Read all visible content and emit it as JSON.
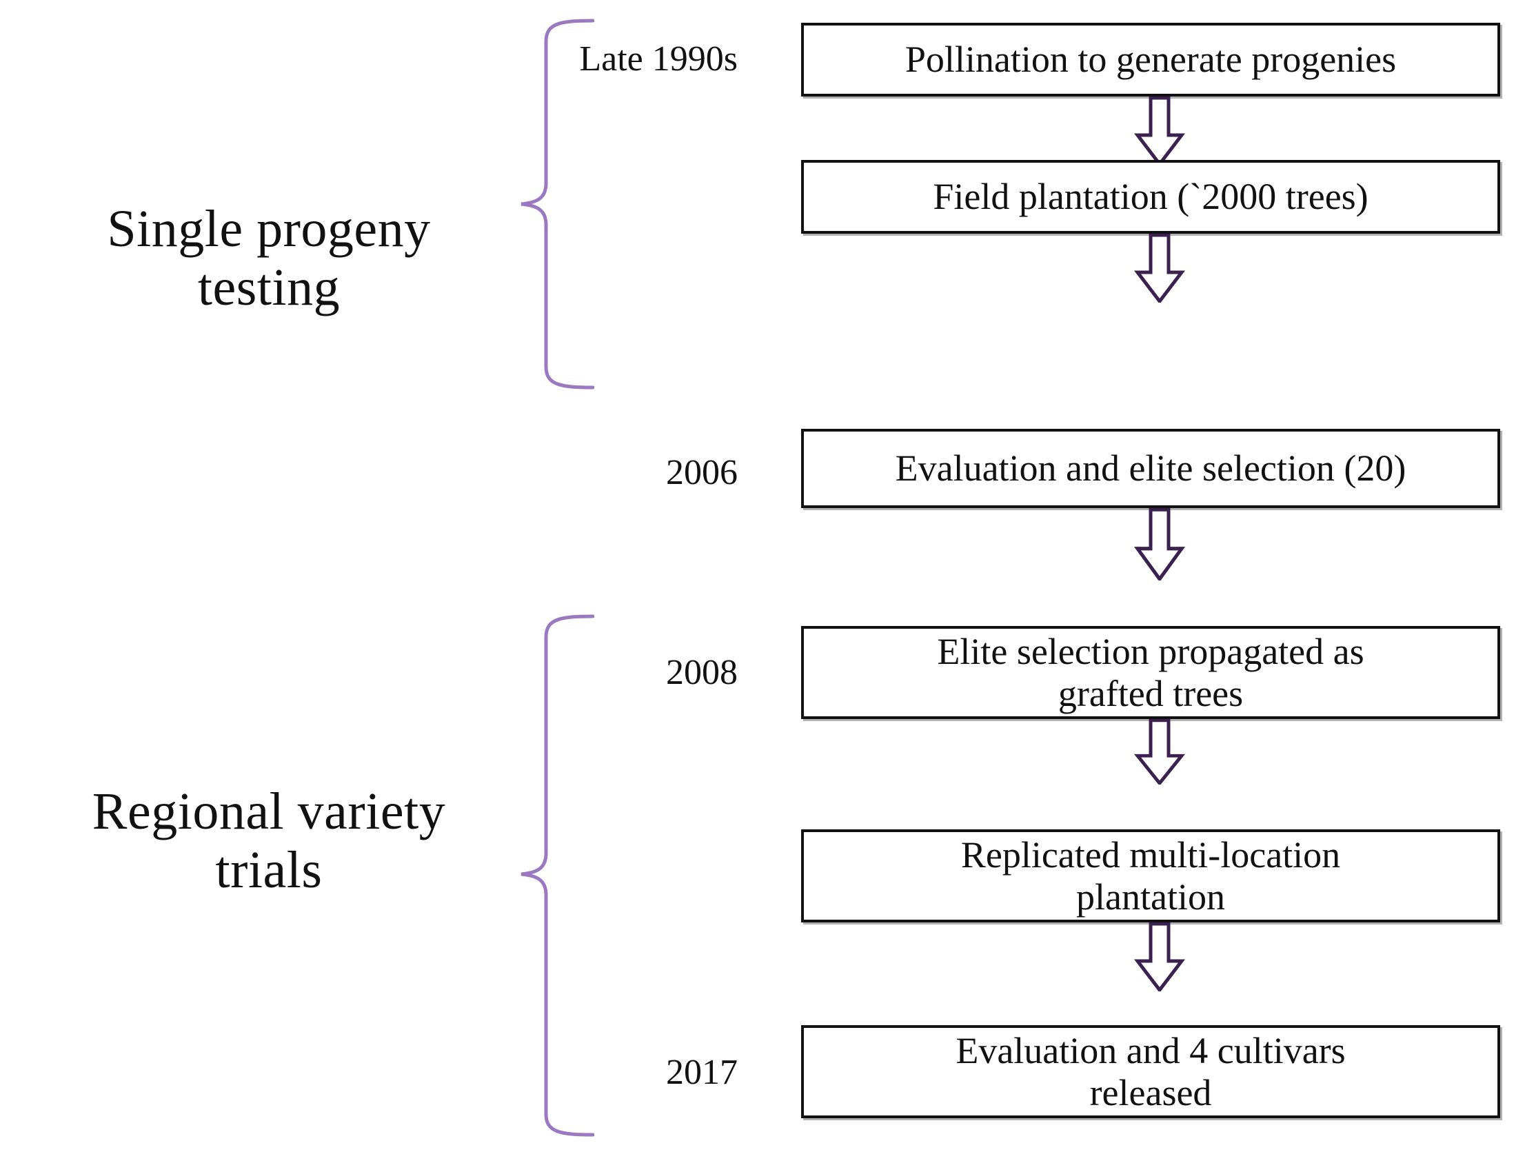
{
  "colors": {
    "brace": "#9b79c2",
    "arrow_outline": "#3b2150",
    "box_border": "#111111",
    "text": "#111111",
    "background": "#ffffff"
  },
  "groups": [
    {
      "id": "single-progeny-testing",
      "label": "Single  progeny\ntesting"
    },
    {
      "id": "regional-variety-trials",
      "label": "Regional  variety\ntrials"
    }
  ],
  "steps": [
    {
      "id": "pollination",
      "year": "Late 1990s",
      "text": "Pollination to generate progenies"
    },
    {
      "id": "field-plantation",
      "year": "",
      "text": "Field plantation (`2000 trees)"
    },
    {
      "id": "evaluation-elite",
      "year": "2006",
      "text": "Evaluation and elite selection (20)"
    },
    {
      "id": "grafted-propagation",
      "year": "2008",
      "text": "Elite selection propagated as\ngrafted trees"
    },
    {
      "id": "multi-location",
      "year": "",
      "text": "Replicated multi-location\nplantation"
    },
    {
      "id": "cultivars-released",
      "year": "2017",
      "text": "Evaluation and 4 cultivars\nreleased"
    }
  ],
  "arrows": [
    {
      "id": "arrow-1",
      "from": "pollination",
      "to": "field-plantation"
    },
    {
      "id": "arrow-2",
      "from": "field-plantation",
      "to": "evaluation-elite"
    },
    {
      "id": "arrow-3",
      "from": "evaluation-elite",
      "to": "grafted-propagation"
    },
    {
      "id": "arrow-4",
      "from": "grafted-propagation",
      "to": "multi-location"
    },
    {
      "id": "arrow-5",
      "from": "multi-location",
      "to": "cultivars-released"
    }
  ]
}
